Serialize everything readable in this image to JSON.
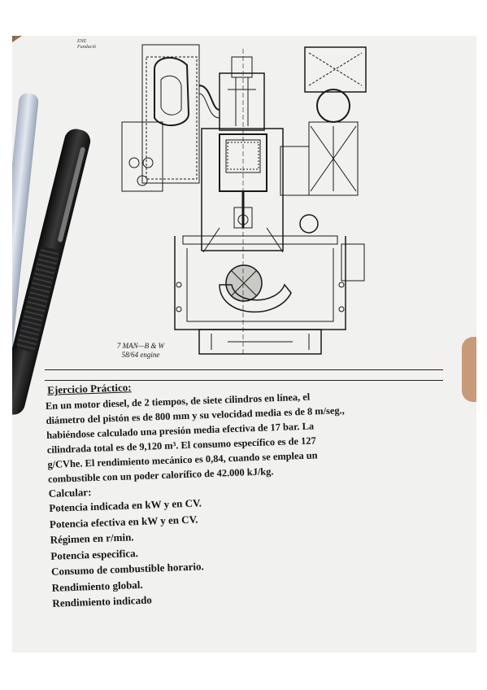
{
  "page_header": [
    "ENE",
    "Fundació"
  ],
  "figure": {
    "caption_line1": "7 MAN—B & W",
    "caption_line2": "58/64 engine"
  },
  "exercise": {
    "title": "Ejercicio Práctico:",
    "lines": [
      "En un motor diesel, de 2 tiempos, de siete cilindros en línea, el",
      "diámetro del pistón es de 800 mm y su velocidad media es de 8 m/seg.,",
      "habiéndose calculado una presión media efectiva de 17 bar. La",
      "cilindrada total es de 9,120 m³. El consumo específico es de 127",
      "g/CVhe. El rendimiento mecánico es 0,84, cuando se emplea un",
      "combustible con un poder calorífico de 42.000 kJ/kg."
    ],
    "calc_label": "Calcular:",
    "tasks": [
      "Potencia indicada en kW y en CV.",
      "Potencia efectiva en kW y en CV.",
      "Régimen en r/min.",
      "Potencia especifica.",
      "Consumo de combustible horario.",
      "Rendimiento global.",
      "Rendimiento indicado"
    ]
  }
}
